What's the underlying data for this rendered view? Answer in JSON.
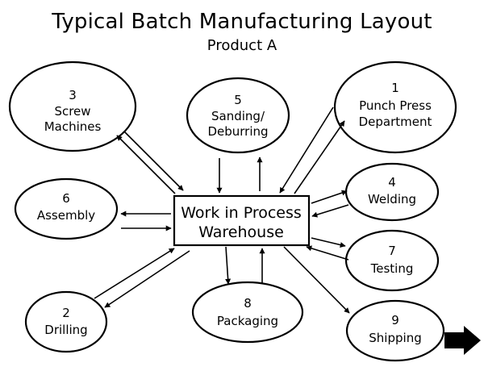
{
  "title": "Typical Batch Manufacturing Layout",
  "subtitle": "Product A",
  "warehouse": {
    "line1": "Work in Process",
    "line2": "Warehouse"
  },
  "departments": [
    {
      "id": "1",
      "number": "1",
      "lines": [
        "Punch Press",
        "Department"
      ]
    },
    {
      "id": "3",
      "number": "3",
      "lines": [
        "Screw",
        "Machines"
      ]
    },
    {
      "id": "5",
      "number": "5",
      "lines": [
        "Sanding/",
        "Deburring"
      ]
    },
    {
      "id": "6",
      "number": "6",
      "lines": [
        "Assembly"
      ]
    },
    {
      "id": "4",
      "number": "4",
      "lines": [
        "Welding"
      ]
    },
    {
      "id": "7",
      "number": "7",
      "lines": [
        "Testing"
      ]
    },
    {
      "id": "2",
      "number": "2",
      "lines": [
        "Drilling"
      ]
    },
    {
      "id": "8",
      "number": "8",
      "lines": [
        "Packaging"
      ]
    },
    {
      "id": "9",
      "number": "9",
      "lines": [
        "Shipping"
      ]
    }
  ],
  "colors": {
    "stroke": "#000000",
    "background": "#ffffff"
  },
  "icons": {
    "output": "right-arrow-icon"
  }
}
